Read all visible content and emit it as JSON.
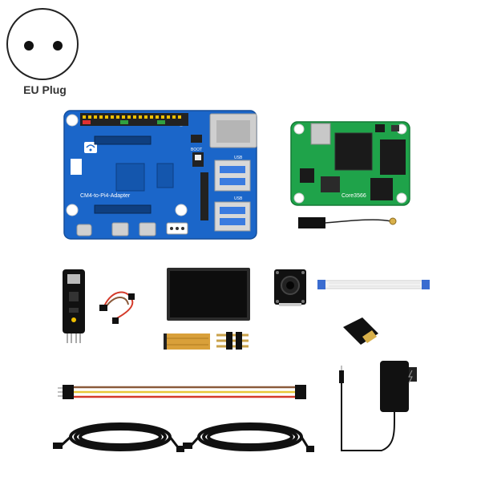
{
  "plug": {
    "label": "EU Plug"
  },
  "adapter_board": {
    "silkscreen": "CM4-to-Pi4-Adapter",
    "usb_label_1": "USB",
    "usb_label_2": "USB",
    "boot_label": "BOOT",
    "color": "#1b66c9"
  },
  "core_module": {
    "silkscreen": "Core3566",
    "color": "#1fa34a"
  },
  "colors": {
    "cable_black": "#111111",
    "fpc_orange": "#d9a03a",
    "jumper_yellow": "#e8c838",
    "jumper_red": "#d43a2a",
    "jumper_brown": "#8a5a3a"
  }
}
